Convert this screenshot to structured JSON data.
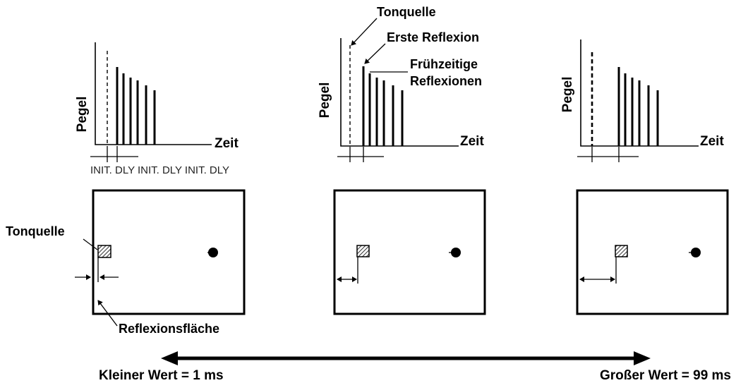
{
  "labels": {
    "pegel": "Pegel",
    "zeit": "Zeit",
    "tonquelle": "Tonquelle",
    "erste_reflexion": "Erste Reflexion",
    "fruehzeitige_1": "Frühzeitige",
    "fruehzeitige_2": "Reflexionen",
    "init_dly_row": "INIT. DLY INIT. DLY INIT. DLY",
    "reflexionsflaeche": "Reflexionsfläche",
    "small_value": "Kleiner Wert = 1 ms",
    "large_value": "Großer Wert = 99 ms"
  }
}
